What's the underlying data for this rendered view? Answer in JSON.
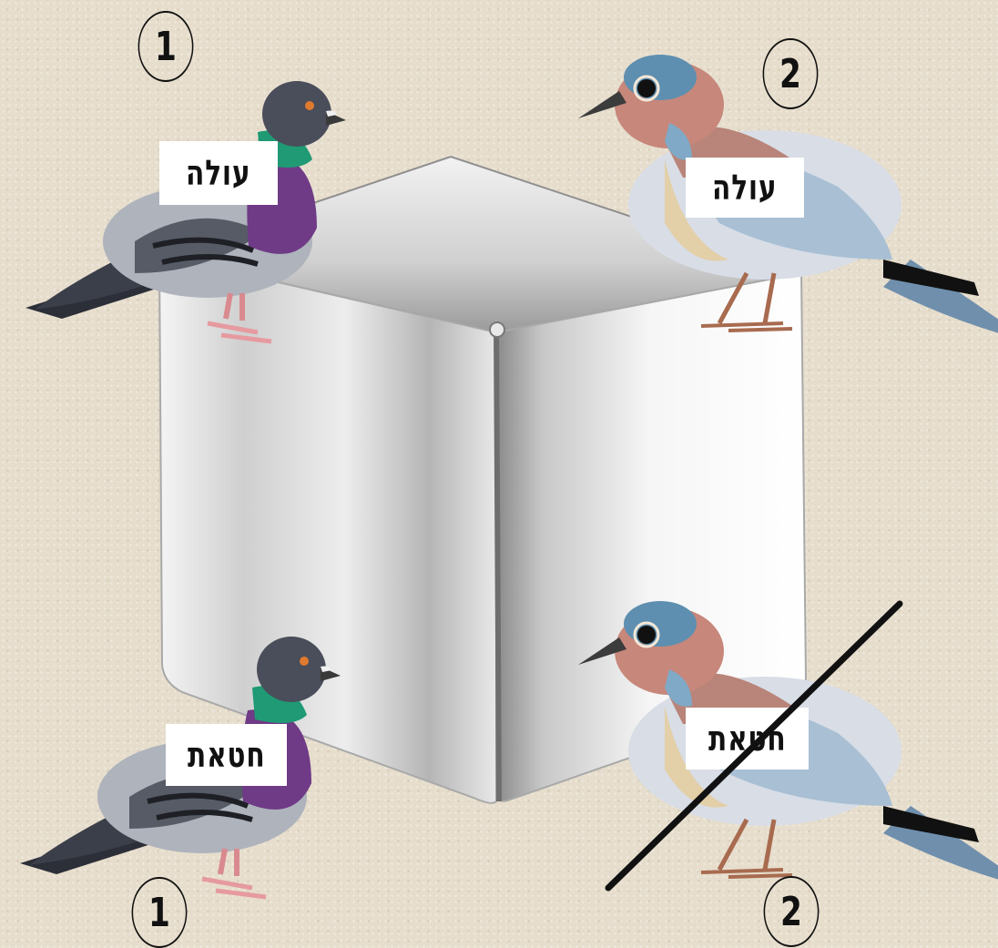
{
  "numbers": {
    "top_left": "1",
    "top_right": "2",
    "bottom_left": "1",
    "bottom_right": "2"
  },
  "labels": {
    "top_left": "עולה",
    "top_right": "עולה",
    "bottom_left": "חטאת",
    "bottom_right": "חטאת"
  },
  "colors": {
    "background": "#e6ddcc",
    "label_bg": "#ffffff",
    "text": "#111111",
    "cross_line": "#111111"
  },
  "marks": {
    "bottom_right_crossed_out": true
  }
}
